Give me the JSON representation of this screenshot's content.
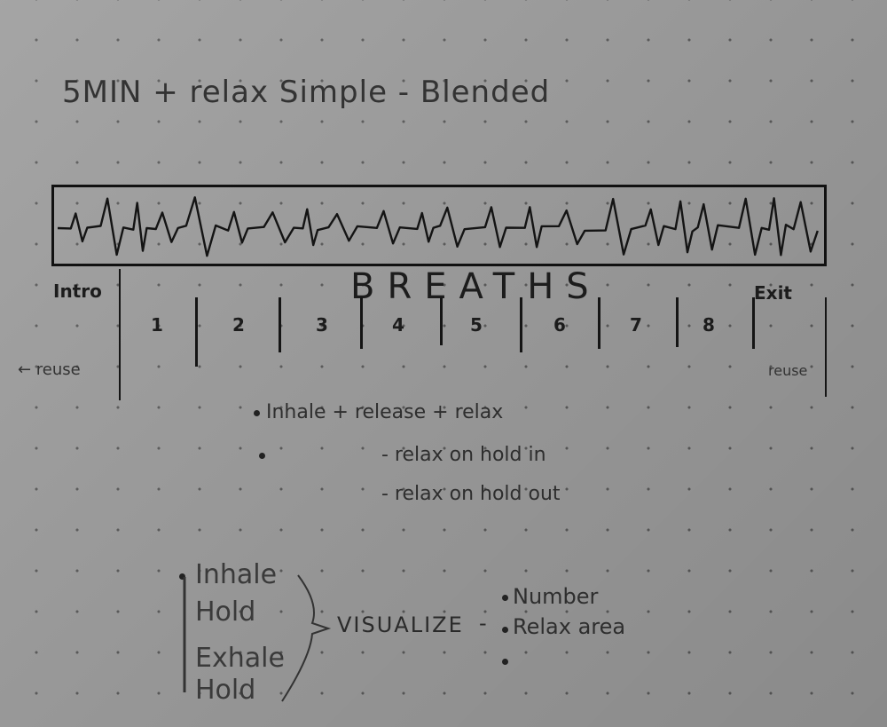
{
  "title": "5MIN + relax Simple - Blended",
  "timeline": {
    "intro_label": "Intro",
    "intro_reuse": "← reuse",
    "breaths_label": "BREATHS",
    "exit_label": "Exit",
    "exit_reuse": "reuse",
    "breath_numbers": [
      "1",
      "2",
      "3",
      "4",
      "5",
      "6",
      "7",
      "8"
    ]
  },
  "notes": {
    "line1": "Inhale + release + relax",
    "line2": "- relax on hold in",
    "line3": "- relax on hold out"
  },
  "phases": [
    "Inhale",
    "Hold",
    "Exhale",
    "Hold"
  ],
  "visualize": {
    "label": "VISUALIZE",
    "dash": "-",
    "items": [
      "Number",
      "Relax area"
    ]
  }
}
